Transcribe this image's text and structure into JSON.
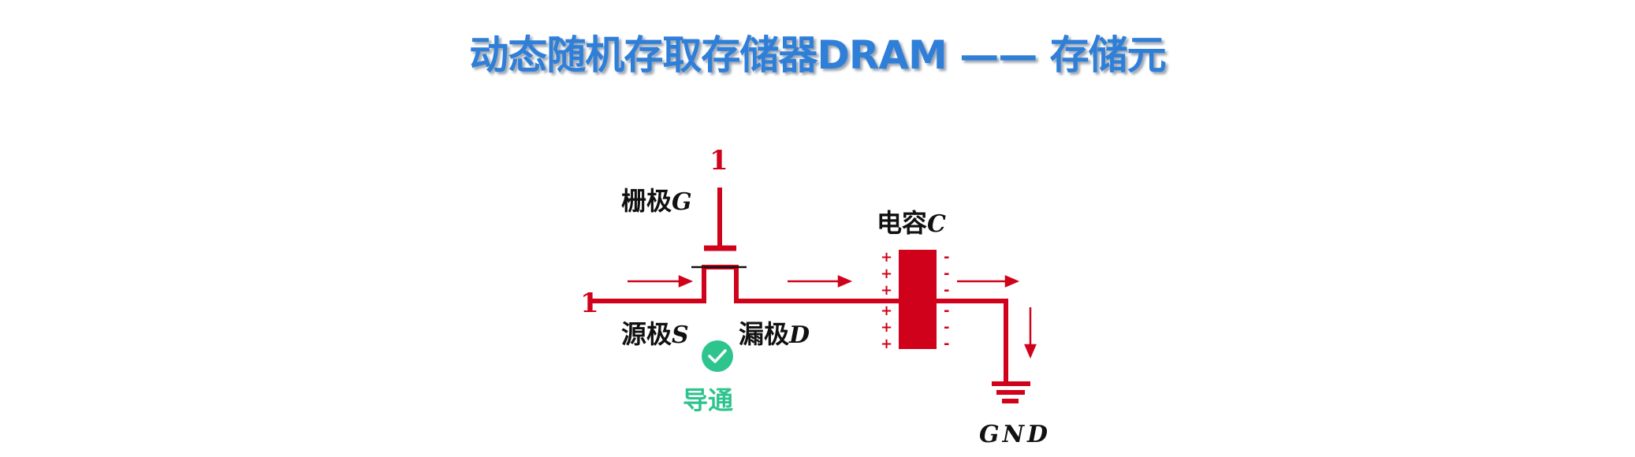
{
  "title": "动态随机存取存储器DRAM —— 存储元",
  "diagram": {
    "gate_input": "1",
    "source_input": "1",
    "gate_label": "栅极",
    "gate_symbol": "G",
    "source_label": "源极",
    "source_symbol": "S",
    "drain_label": "漏极",
    "drain_symbol": "D",
    "capacitor_label": "电容",
    "capacitor_symbol": "C",
    "status_label": "导通",
    "status_icon": "check-circle-icon",
    "ground_label": "GND",
    "plus": "+",
    "minus": "-",
    "colors": {
      "wire": "#d0021b",
      "status": "#2ec48e",
      "title": "#2f7fd8"
    }
  }
}
